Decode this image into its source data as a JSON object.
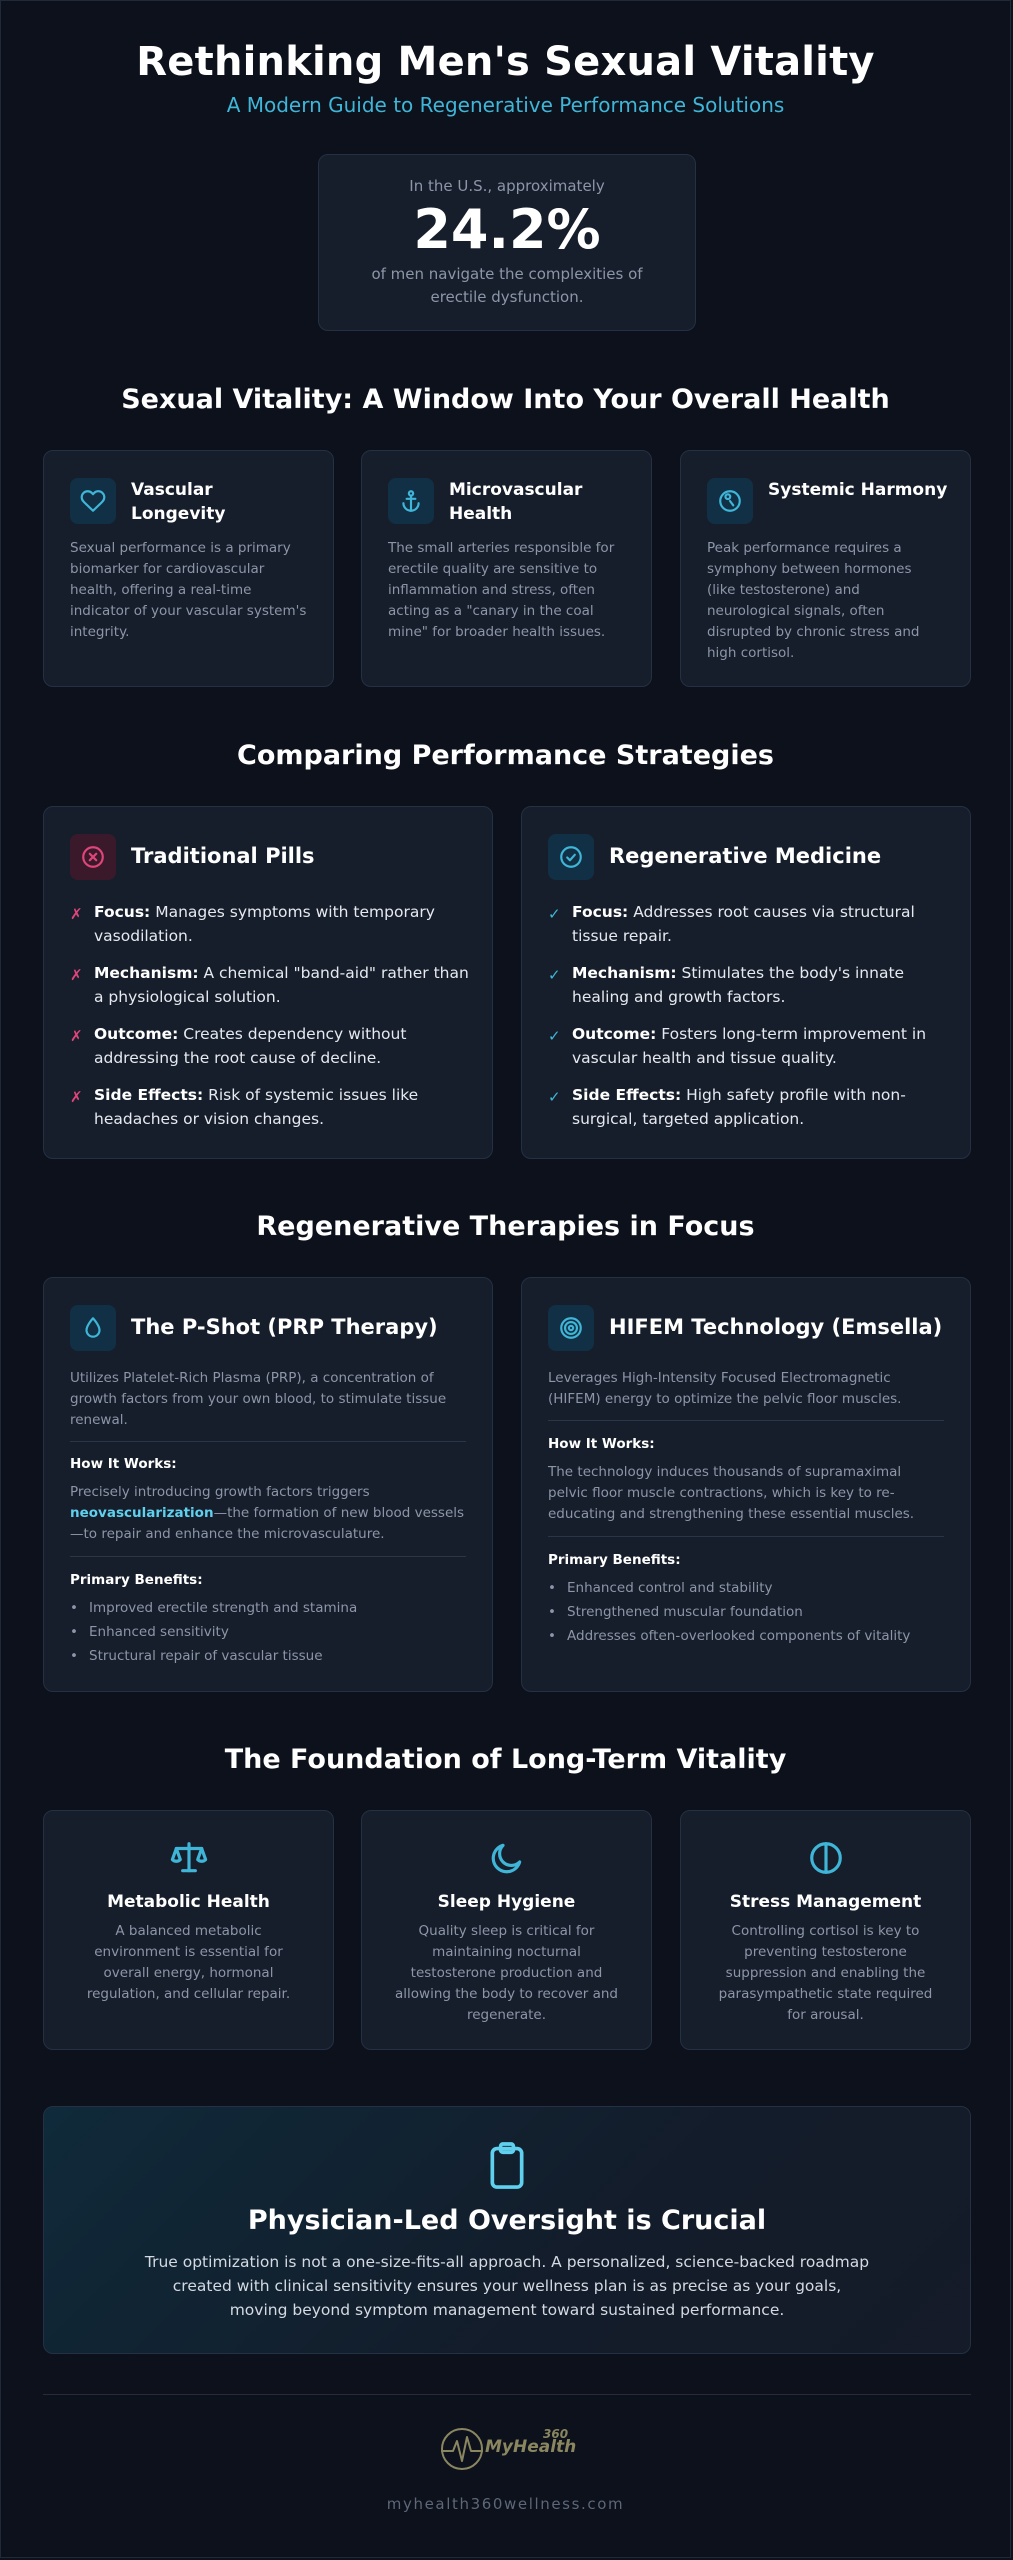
{
  "header": {
    "title": "Rethinking Men's Sexual Vitality",
    "subtitle": "A Modern Guide to Regenerative Performance Solutions"
  },
  "stat": {
    "pre": "In the U.S., approximately",
    "value": "24.2%",
    "post": "of men navigate the complexities of erectile dysfunction."
  },
  "window_section": {
    "title": "Sexual Vitality: A Window Into Your Overall Health",
    "cards": [
      {
        "icon": "heart-icon",
        "title": "Vascular Longevity",
        "text": "Sexual performance is a primary biomarker for cardiovascular health, offering a real-time indicator of your vascular system's integrity."
      },
      {
        "icon": "anchor-icon",
        "title": "Microvascular Health",
        "text": "The small arteries responsible for erectile quality are sensitive to inflammation and stress, often acting as a \"canary in the coal mine\" for broader health issues."
      },
      {
        "icon": "clock-icon",
        "title": "Systemic Harmony",
        "text": "Peak performance requires a symphony between hormones (like testosterone) and neurological signals, often disrupted by chronic stress and high cortisol."
      }
    ]
  },
  "compare_section": {
    "title": "Comparing Performance Strategies",
    "traditional": {
      "title": "Traditional Pills",
      "items": [
        {
          "label": "Focus:",
          "text": " Manages symptoms with temporary vasodilation."
        },
        {
          "label": "Mechanism:",
          "text": " A chemical \"band-aid\" rather than a physiological solution."
        },
        {
          "label": "Outcome:",
          "text": " Creates dependency without addressing the root cause of decline."
        },
        {
          "label": "Side Effects:",
          "text": " Risk of systemic issues like headaches or vision changes."
        }
      ]
    },
    "regenerative": {
      "title": "Regenerative Medicine",
      "items": [
        {
          "label": "Focus:",
          "text": " Addresses root causes via structural tissue repair."
        },
        {
          "label": "Mechanism:",
          "text": " Stimulates the body's innate healing and growth factors."
        },
        {
          "label": "Outcome:",
          "text": " Fosters long-term improvement in vascular health and tissue quality."
        },
        {
          "label": "Side Effects:",
          "text": " High safety profile with non-surgical, targeted application."
        }
      ]
    }
  },
  "therapies_section": {
    "title": "Regenerative Therapies in Focus",
    "pshot": {
      "title": "The P-Shot (PRP Therapy)",
      "intro": "Utilizes Platelet-Rich Plasma (PRP), a concentration of growth factors from your own blood, to stimulate tissue renewal.",
      "how_label": "How It Works:",
      "how_pre": "Precisely introducing growth factors triggers ",
      "how_highlight": "neovascularization",
      "how_post": "—the formation of new blood vessels—to repair and enhance the microvasculature.",
      "benefits_label": "Primary Benefits:",
      "benefits": [
        "Improved erectile strength and stamina",
        "Enhanced sensitivity",
        "Structural repair of vascular tissue"
      ]
    },
    "hifem": {
      "title": "HIFEM Technology (Emsella)",
      "intro": "Leverages High-Intensity Focused Electromagnetic (HIFEM) energy to optimize the pelvic floor muscles.",
      "how_label": "How It Works:",
      "how_text": "The technology induces thousands of supramaximal pelvic floor muscle contractions, which is key to re-educating and strengthening these essential muscles.",
      "benefits_label": "Primary Benefits:",
      "benefits": [
        "Enhanced control and stability",
        "Strengthened muscular foundation",
        "Addresses often-overlooked components of vitality"
      ]
    }
  },
  "foundation_section": {
    "title": "The Foundation of Long-Term Vitality",
    "cards": [
      {
        "icon": "scale-icon",
        "title": "Metabolic Health",
        "text": "A balanced metabolic environment is essential for overall energy, hormonal regulation, and cellular repair."
      },
      {
        "icon": "moon-icon",
        "title": "Sleep Hygiene",
        "text": "Quality sleep is critical for maintaining nocturnal testosterone production and allowing the body to recover and regenerate."
      },
      {
        "icon": "balance-circle-icon",
        "title": "Stress Management",
        "text": "Controlling cortisol is key to preventing testosterone suppression and enabling the parasympathetic state required for arousal."
      }
    ]
  },
  "oversight": {
    "icon": "clipboard-icon",
    "title": "Physician-Led Oversight is Crucial",
    "text": "True optimization is not a one-size-fits-all approach. A personalized, science-backed roadmap created with clinical sensitivity ensures your wellness plan is as precise as your goals, moving beyond symptom management toward sustained performance."
  },
  "footer": {
    "logo_text": "MyHealth",
    "logo_sup": "360",
    "url": "myhealth360wellness.com"
  },
  "colors": {
    "background": "#0c111b",
    "card": "#171e2b",
    "accent": "#3fb6d8",
    "negative": "#e0457a"
  }
}
